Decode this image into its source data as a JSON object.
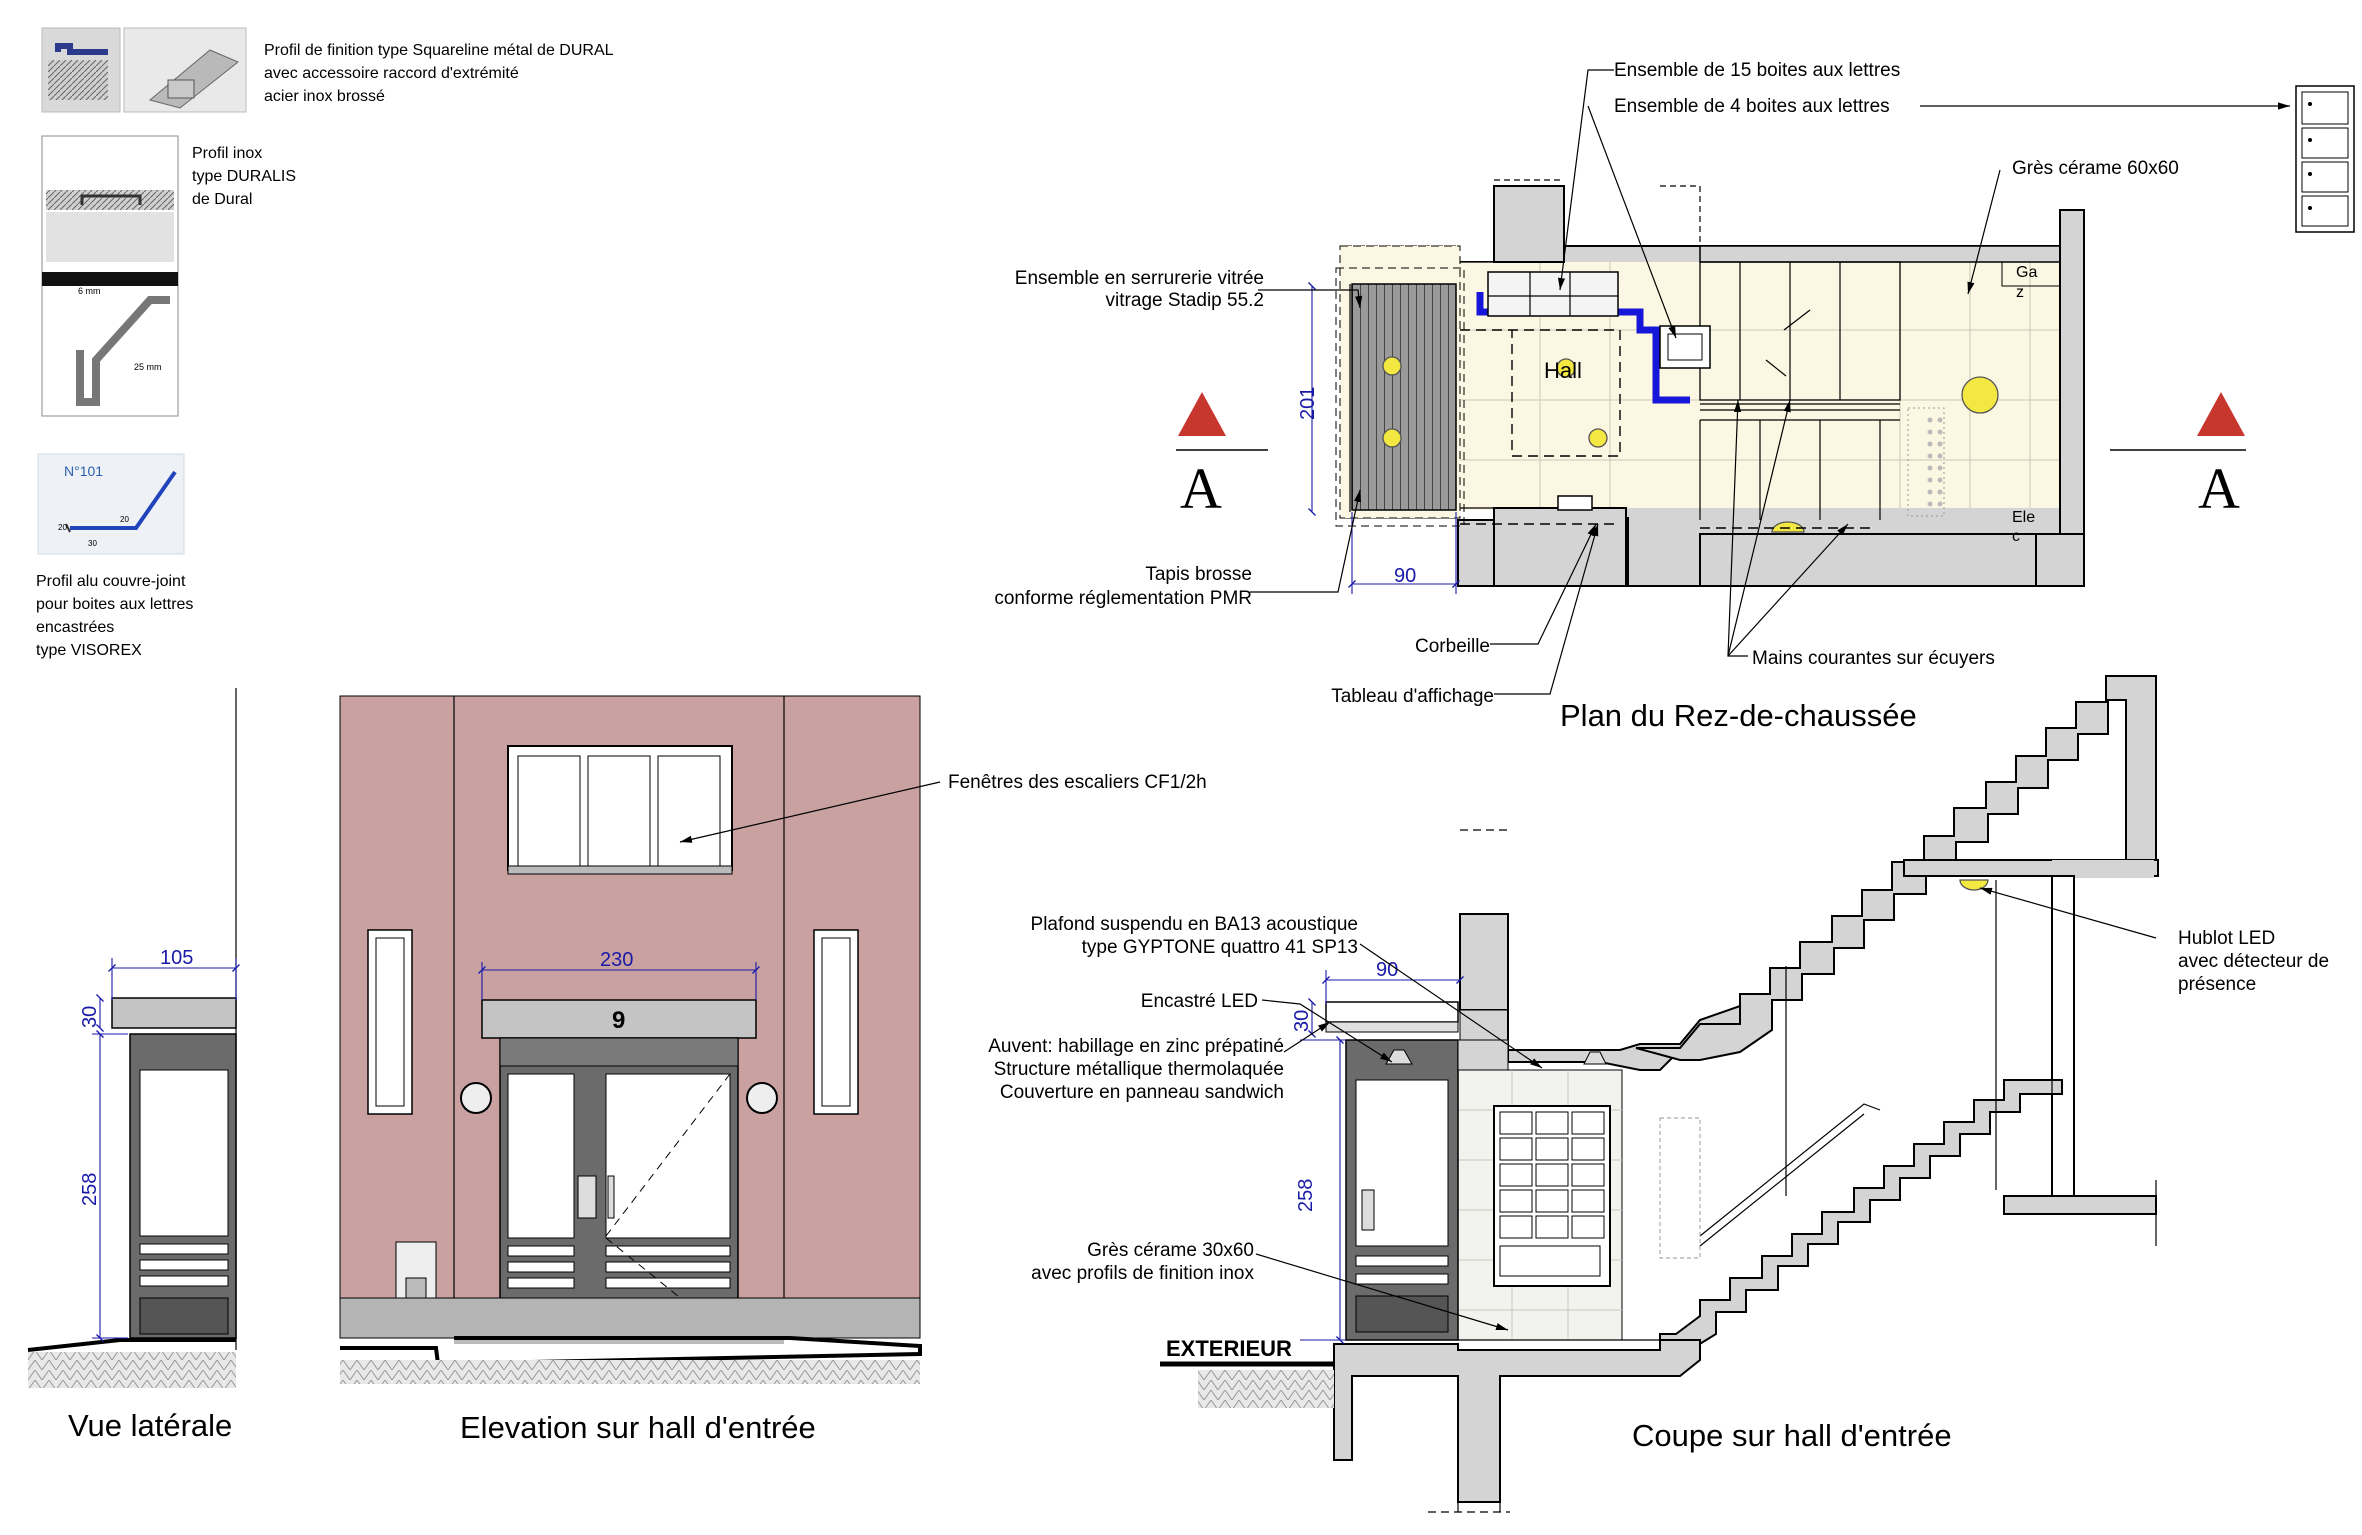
{
  "profiles": {
    "p1_line1": "Profil de finition type Squareline métal de DURAL",
    "p1_line2": "avec accessoire raccord d'extrémité",
    "p1_line3": "acier inox brossé",
    "p2_line1": "Profil inox",
    "p2_line2": "type DURALIS",
    "p2_line3": "de Dural",
    "p2_img_label": "6 mm",
    "p2_img_label2": "25 mm",
    "p3_code": "N°101",
    "p3_d1": "20",
    "p3_d2": "30",
    "p3_d3": "20",
    "p3_line1": "Profil alu couvre-joint",
    "p3_line2": "pour boites aux lettres",
    "p3_line3": "encastrées",
    "p3_line4": "type VISOREX"
  },
  "plan": {
    "title": "Plan du Rez-de-chaussée",
    "hall": "Hall",
    "gaz1": "Ga",
    "gaz2": "z",
    "elec1": "Ele",
    "elec2": "c",
    "section_a": "A",
    "dim_201": "201",
    "dim_90": "90",
    "labels": {
      "boites15": "Ensemble de 15 boites aux lettres",
      "boites4": "Ensemble de 4 boites aux lettres",
      "gres60": "Grès cérame 60x60",
      "serrurerie1": "Ensemble en serrurerie vitrée",
      "serrurerie2": "vitrage Stadip 55.2",
      "tapis1": "Tapis brosse",
      "tapis2": "conforme réglementation PMR",
      "corbeille": "Corbeille",
      "tableau": "Tableau d'affichage",
      "mains": "Mains courantes sur écuyers"
    }
  },
  "lateral": {
    "title": "Vue latérale",
    "dim_105": "105",
    "dim_30": "30",
    "dim_258": "258"
  },
  "elevation": {
    "title": "Elevation sur hall d'entrée",
    "number": "9",
    "dim_230": "230",
    "fenetres": "Fenêtres des escaliers CF1/2h"
  },
  "coupe": {
    "title": "Coupe sur hall d'entrée",
    "exterieur": "EXTERIEUR",
    "dim_90": "90",
    "dim_30": "30",
    "dim_258": "258",
    "labels": {
      "plafond1": "Plafond suspendu en BA13 acoustique",
      "plafond2": "type GYPTONE quattro 41 SP13",
      "encastre": "Encastré LED",
      "auvent1": "Auvent: habillage en zinc prépatiné",
      "auvent2": "Structure métallique thermolaquée",
      "auvent3": "Couverture en panneau sandwich",
      "gres30_1": "Grès cérame 30x60",
      "gres30_2": "avec profils de finition inox",
      "hublot1": "Hublot LED",
      "hublot2": "avec détecteur de",
      "hublot3": "présence"
    }
  },
  "colors": {
    "facade": "#c9a1a1",
    "door": "#6b6b6b",
    "wall_fill": "#d4d4d4",
    "floor_tile": "#fbf7e2",
    "dimension": "#1a1aa8",
    "section_marker": "#c8372d",
    "led": "#f3e842",
    "blue_wall": "#1616d8"
  }
}
